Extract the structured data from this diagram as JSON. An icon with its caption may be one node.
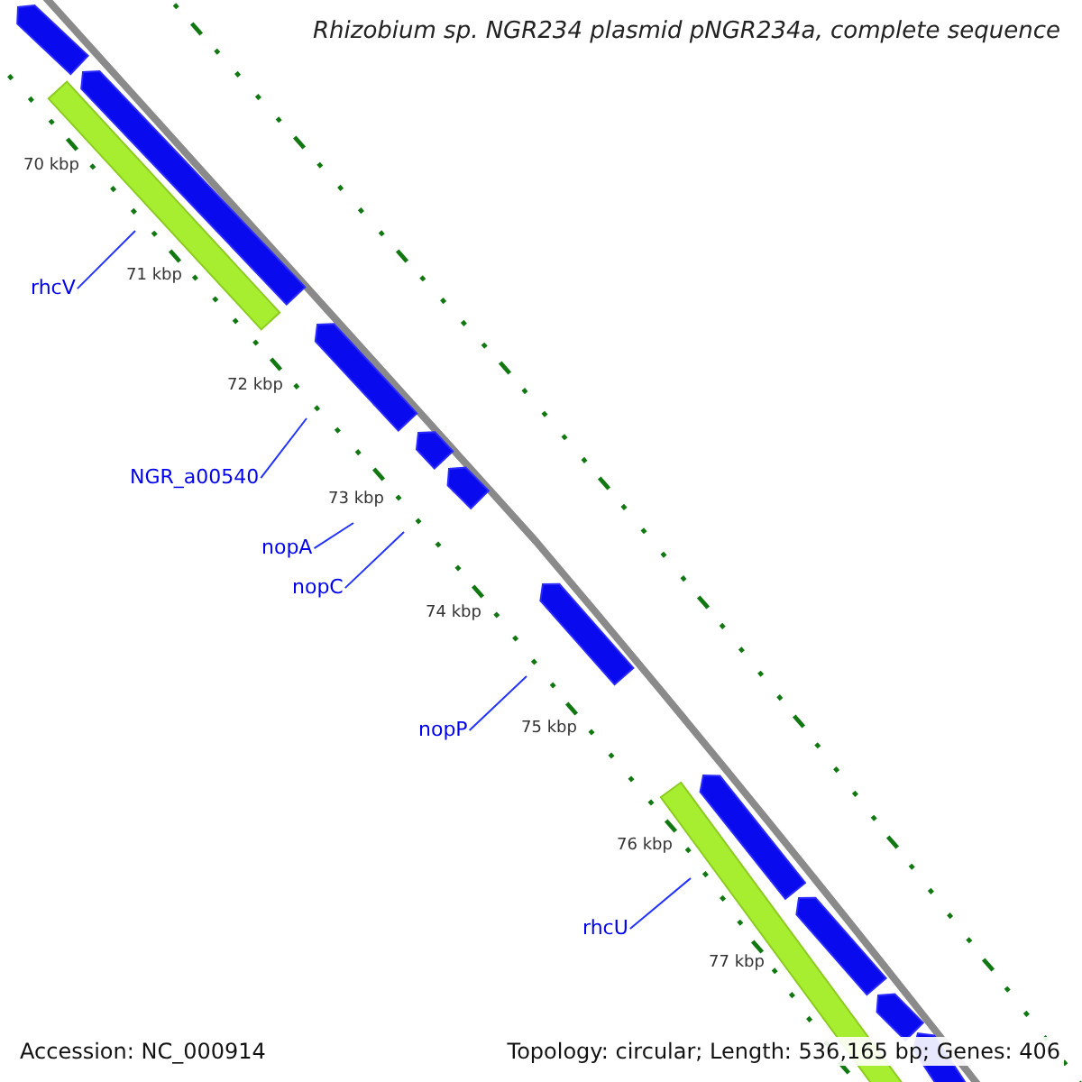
{
  "diagram": {
    "title": "Rhizobium sp. NGR234 plasmid pNGR234a, complete sequence",
    "nodes": [
      {
        "text": [
          "rhcV"
        ]
      },
      {
        "text": [
          "NGR_a00540"
        ]
      },
      {
        "text": [
          "nopA"
        ]
      },
      {
        "text": [
          "nopC"
        ]
      },
      {
        "text": [
          "nopP"
        ]
      },
      {
        "text": [
          "rhcU"
        ]
      }
    ],
    "edges": [
      {
        "from": 0,
        "to": null,
        "arrow": "none"
      },
      {
        "from": 1,
        "to": null,
        "arrow": "none"
      },
      {
        "from": 2,
        "to": null,
        "arrow": "none"
      },
      {
        "from": 3,
        "to": null,
        "arrow": "none"
      },
      {
        "from": 4,
        "to": null,
        "arrow": "none"
      },
      {
        "from": 5,
        "to": null,
        "arrow": "none"
      }
    ],
    "labels": [
      "70 kbp",
      "71 kbp",
      "72 kbp",
      "73 kbp",
      "74 kbp",
      "75 kbp",
      "76 kbp",
      "77 kbp",
      "Accession: NC_000914",
      "Topology: circular; Length: 536,165 bp; Genes: 406"
    ]
  }
}
